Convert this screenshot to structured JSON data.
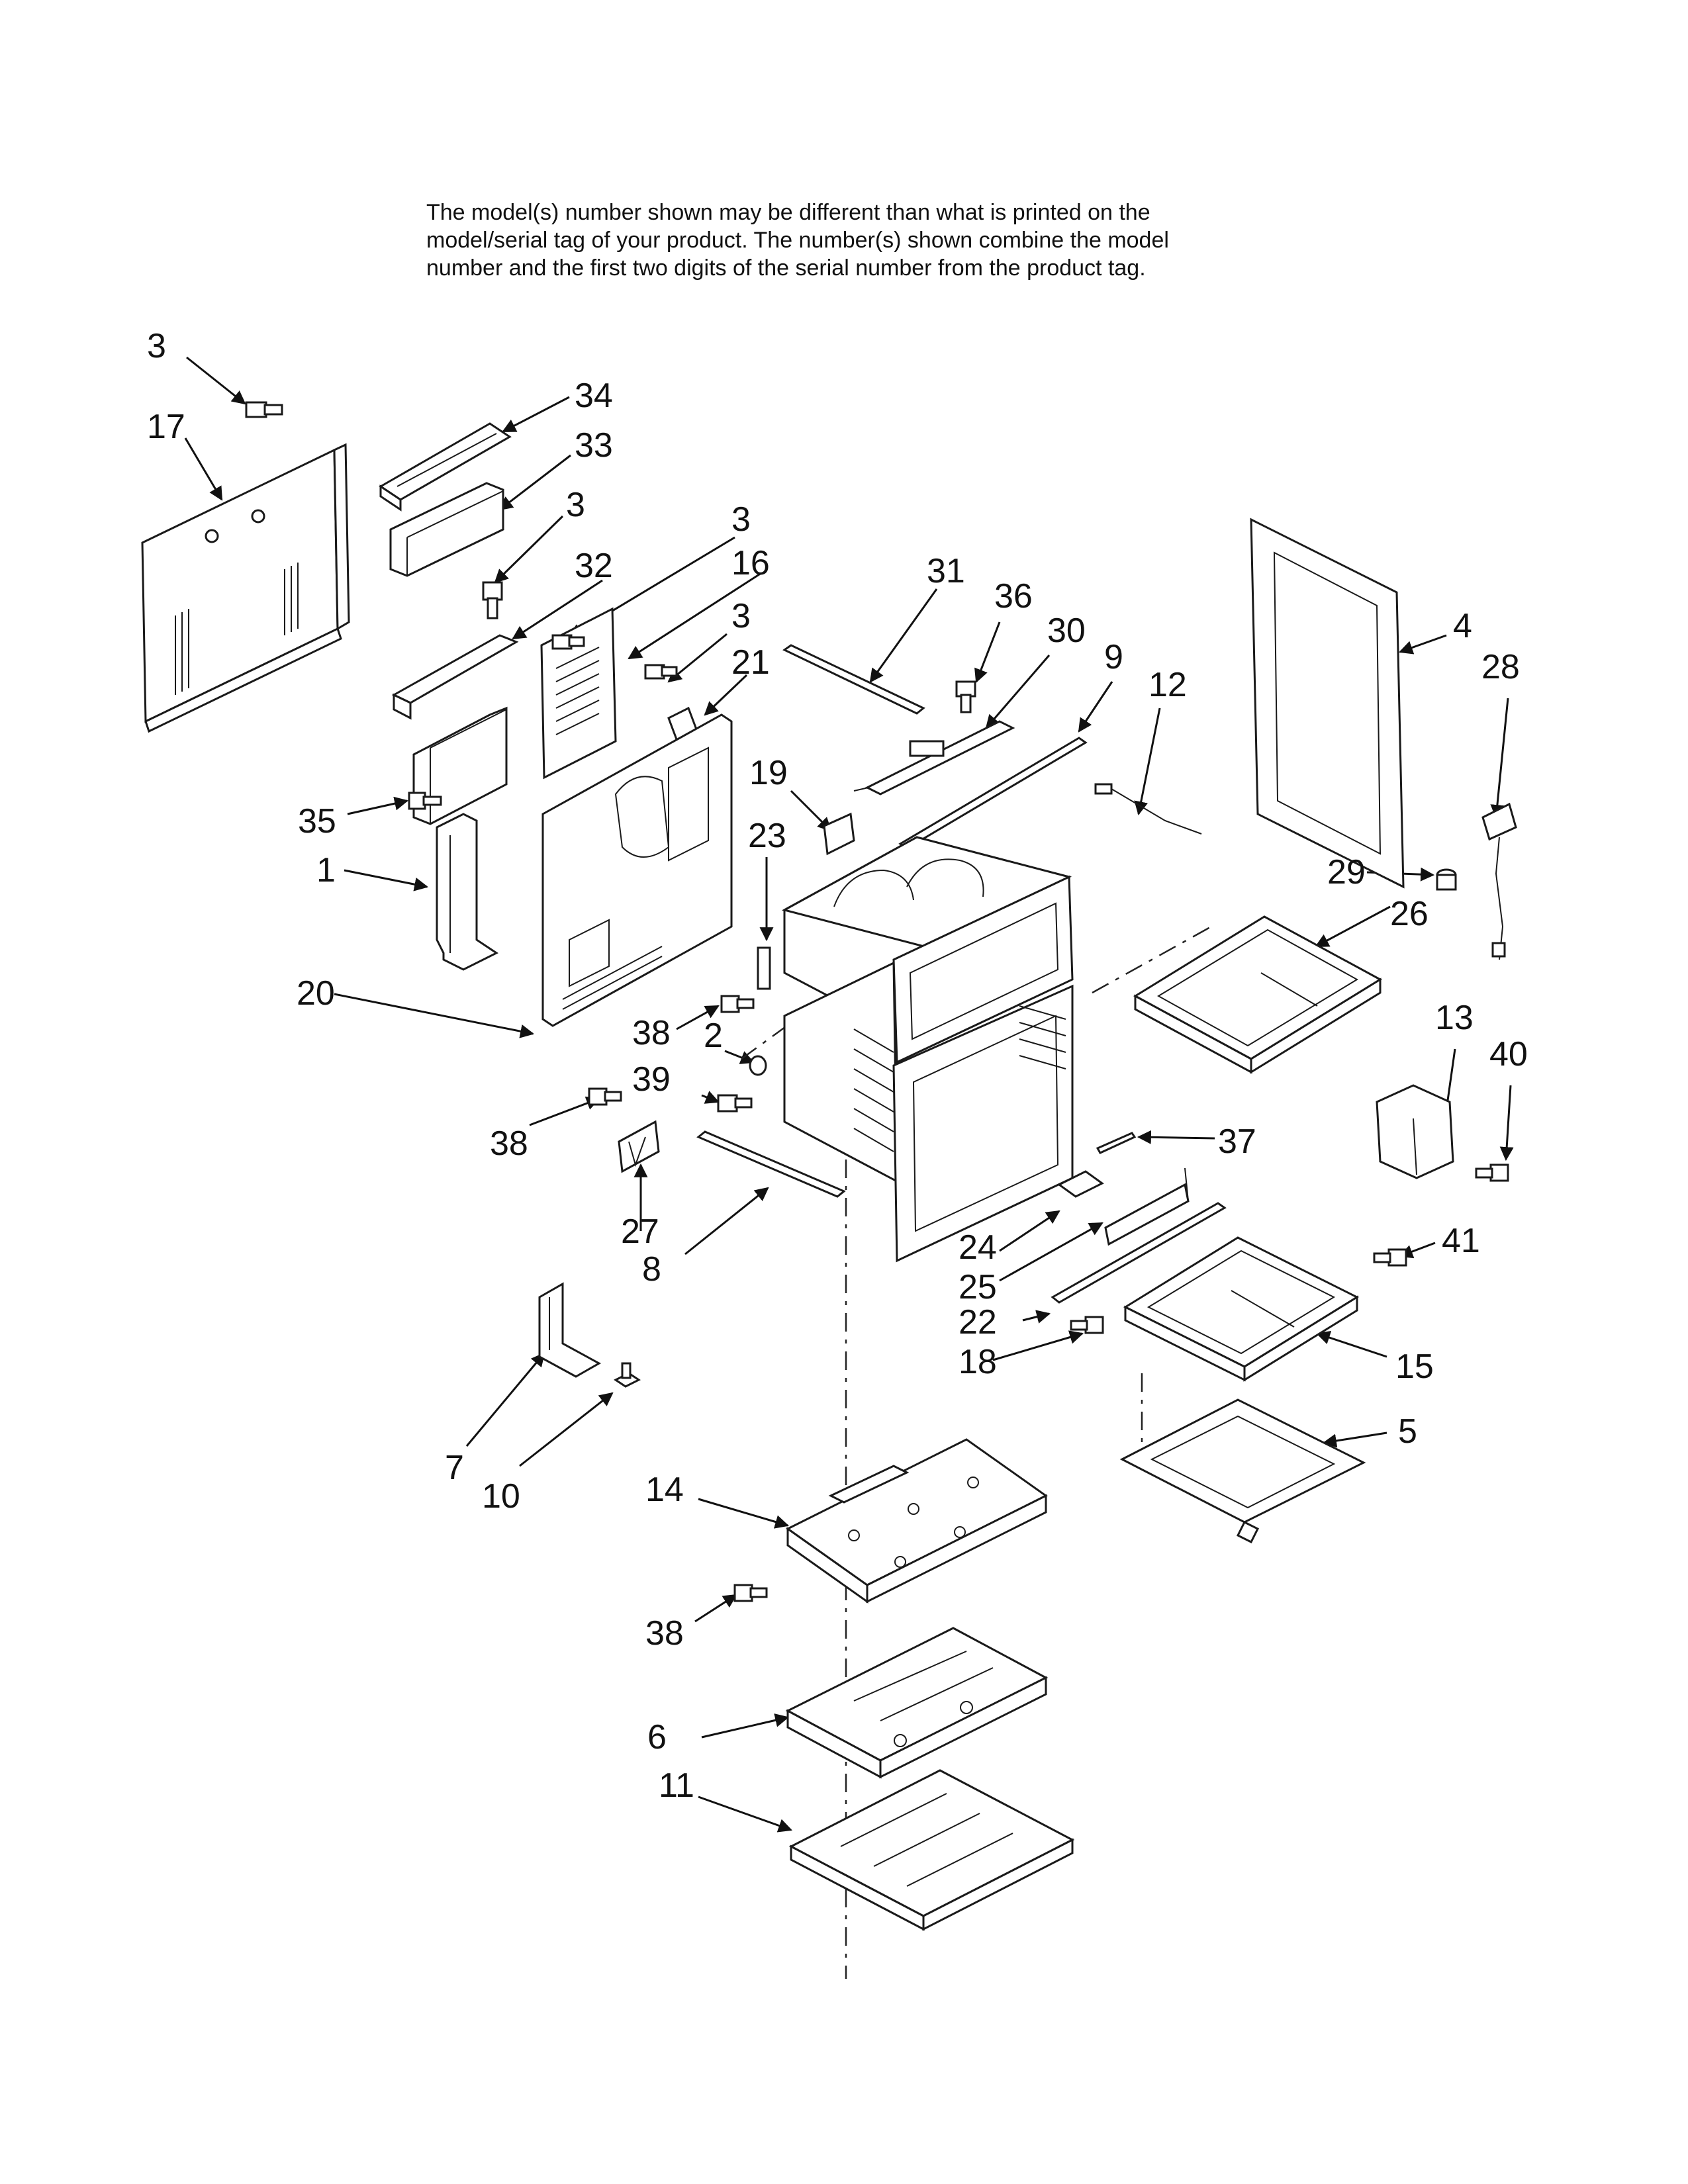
{
  "notice": {
    "lines": [
      "The model(s) number shown may be different than what is printed on the",
      "model/serial tag of your product. The number(s) shown combine the model",
      "number and the first two digits of the serial number from the product tag."
    ]
  },
  "callouts": [
    {
      "id": "c-3-a",
      "text": "3"
    },
    {
      "id": "c-17",
      "text": "17"
    },
    {
      "id": "c-34",
      "text": "34"
    },
    {
      "id": "c-33",
      "text": "33"
    },
    {
      "id": "c-3-b",
      "text": "3"
    },
    {
      "id": "c-32",
      "text": "32"
    },
    {
      "id": "c-3-c",
      "text": "3"
    },
    {
      "id": "c-16",
      "text": "16"
    },
    {
      "id": "c-3-d",
      "text": "3"
    },
    {
      "id": "c-21",
      "text": "21"
    },
    {
      "id": "c-31",
      "text": "31"
    },
    {
      "id": "c-36",
      "text": "36"
    },
    {
      "id": "c-30",
      "text": "30"
    },
    {
      "id": "c-9",
      "text": "9"
    },
    {
      "id": "c-12",
      "text": "12"
    },
    {
      "id": "c-4",
      "text": "4"
    },
    {
      "id": "c-28",
      "text": "28"
    },
    {
      "id": "c-35",
      "text": "35"
    },
    {
      "id": "c-1",
      "text": "1"
    },
    {
      "id": "c-19",
      "text": "19"
    },
    {
      "id": "c-23",
      "text": "23"
    },
    {
      "id": "c-29",
      "text": "29"
    },
    {
      "id": "c-26",
      "text": "26"
    },
    {
      "id": "c-20",
      "text": "20"
    },
    {
      "id": "c-13",
      "text": "13"
    },
    {
      "id": "c-40",
      "text": "40"
    },
    {
      "id": "c-38-a",
      "text": "38"
    },
    {
      "id": "c-2",
      "text": "2"
    },
    {
      "id": "c-39",
      "text": "39"
    },
    {
      "id": "c-37",
      "text": "37"
    },
    {
      "id": "c-38-b",
      "text": "38"
    },
    {
      "id": "c-27",
      "text": "27"
    },
    {
      "id": "c-8",
      "text": "8"
    },
    {
      "id": "c-24",
      "text": "24"
    },
    {
      "id": "c-25",
      "text": "25"
    },
    {
      "id": "c-41",
      "text": "41"
    },
    {
      "id": "c-22",
      "text": "22"
    },
    {
      "id": "c-18",
      "text": "18"
    },
    {
      "id": "c-15",
      "text": "15"
    },
    {
      "id": "c-5",
      "text": "5"
    },
    {
      "id": "c-7",
      "text": "7"
    },
    {
      "id": "c-10",
      "text": "10"
    },
    {
      "id": "c-14",
      "text": "14"
    },
    {
      "id": "c-38-c",
      "text": "38"
    },
    {
      "id": "c-6",
      "text": "6"
    },
    {
      "id": "c-11",
      "text": "11"
    }
  ]
}
